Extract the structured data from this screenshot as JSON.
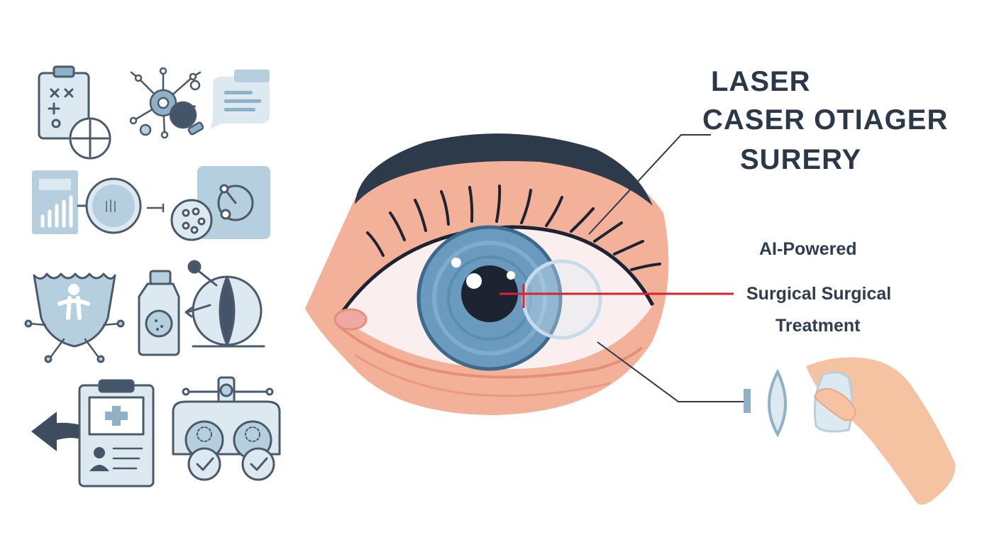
{
  "title": {
    "line1": "LASER",
    "line2": "CASER OTIAGER",
    "line3": "SURERY"
  },
  "subtitle": {
    "line1": "AI-Powered",
    "line2": "Surgical Surgical",
    "line3": "Treatment"
  },
  "colors": {
    "icon_fill": "#b6cfdf",
    "icon_fill_light": "#dde9f1",
    "icon_stroke": "#4a5a6b",
    "skin": "#f3b199",
    "skin_dark": "#e58f76",
    "iris": "#6a9bbf",
    "pupil": "#1b2430",
    "brow": "#2d3a4a",
    "laser": "#d8232f",
    "hand": "#f6c3a2"
  },
  "icons": [
    "clipboard-chart-icon",
    "network-nodes-icon",
    "message-card-icon",
    "bar-chart-icon",
    "magnifier-icon",
    "cell-microscope-icon",
    "target-panel-icon",
    "eye-anatomy-shield-icon",
    "medicine-bottle-icon",
    "eyeball-section-icon",
    "back-arrow-icon",
    "patient-record-icon",
    "phoropter-icon"
  ]
}
